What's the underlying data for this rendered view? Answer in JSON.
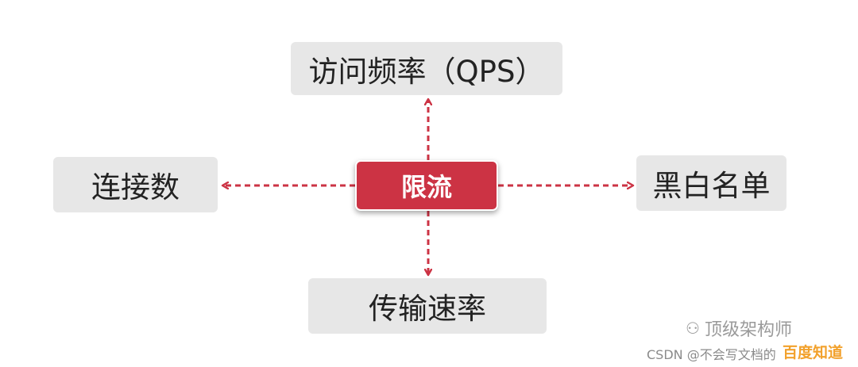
{
  "diagram": {
    "center": {
      "label": "限流"
    },
    "nodes": {
      "top": "访问频率（QPS）",
      "left": "连接数",
      "right": "黑白名单",
      "bottom": "传输速率"
    }
  },
  "watermark": {
    "brand": "顶级架构师",
    "source": "CSDN @不会写文档的",
    "baidu": "百度知道"
  },
  "colors": {
    "accent": "#cc3344",
    "box_bg": "#e7e7e7",
    "arrow": "#cc3344"
  }
}
